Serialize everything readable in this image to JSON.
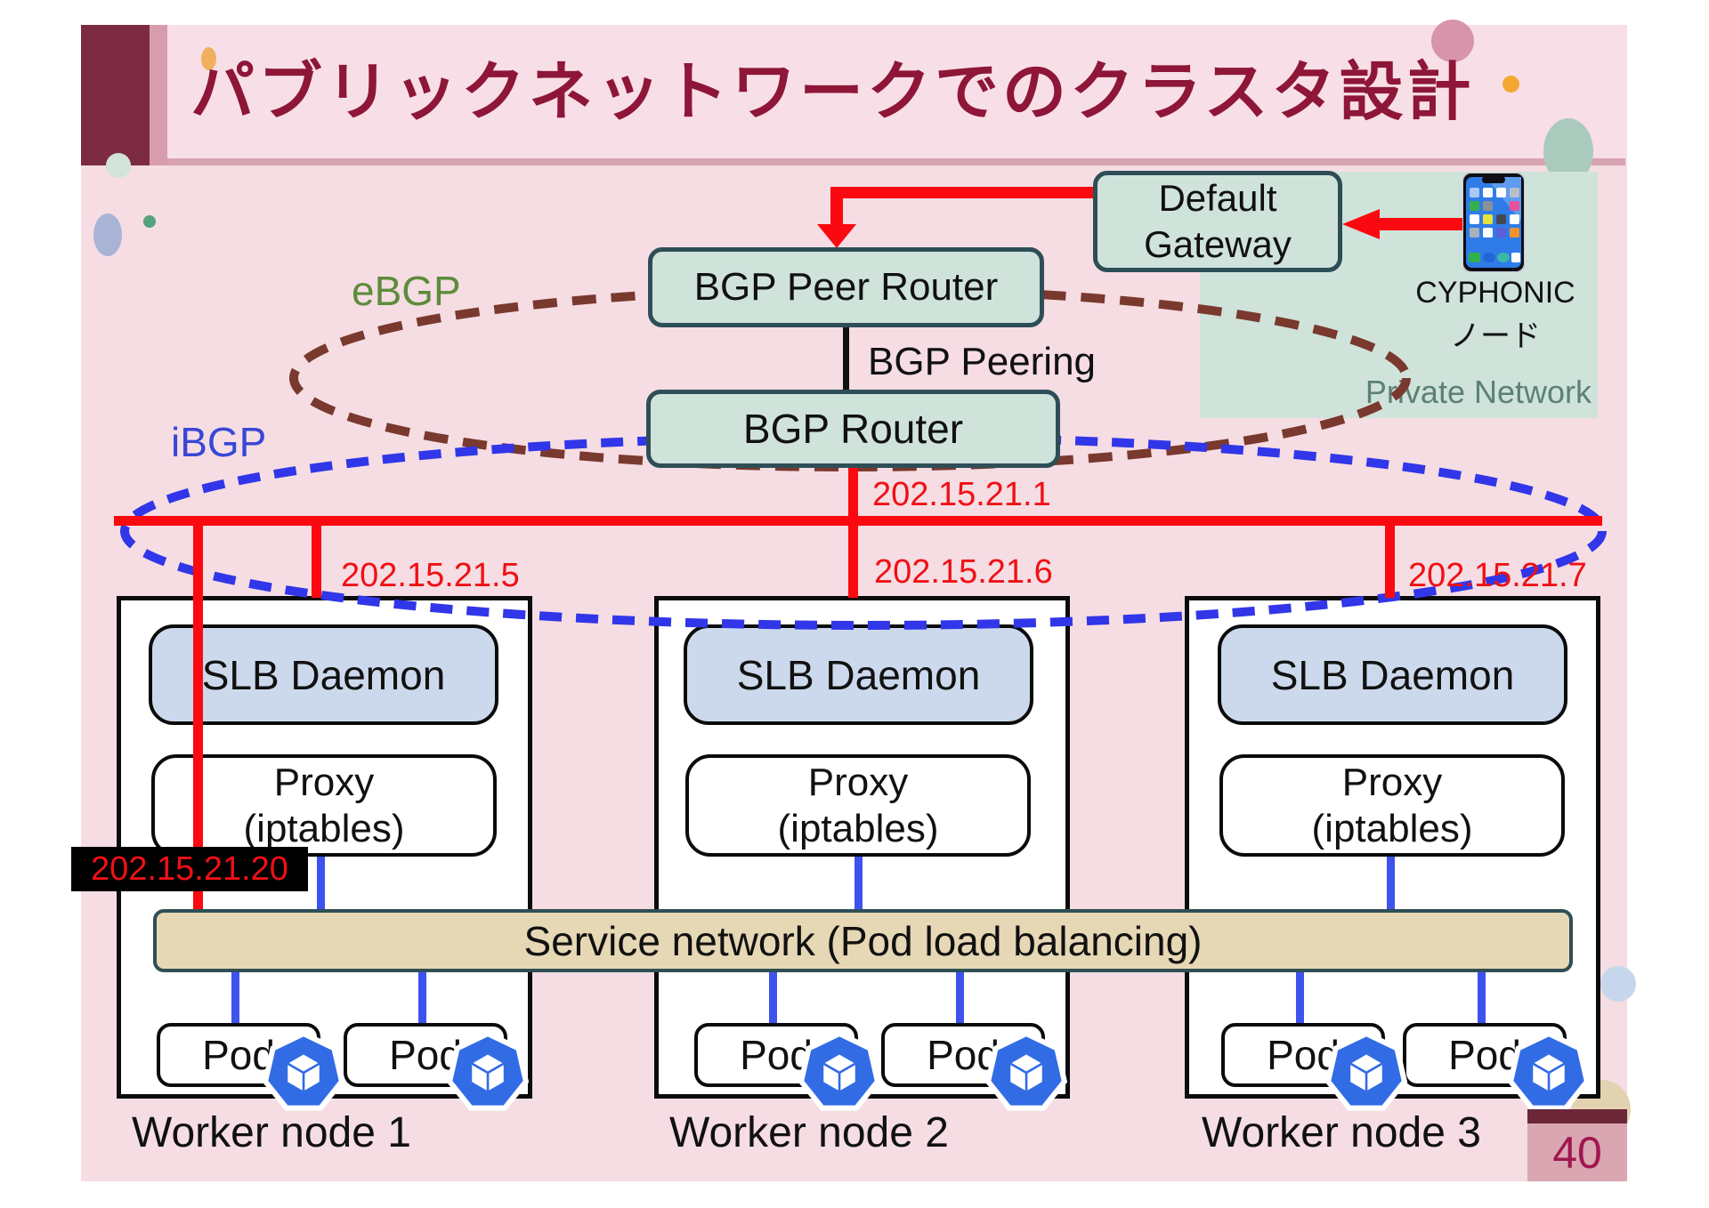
{
  "slide": {
    "title": "パブリックネットワークでのクラスタ設計",
    "page_number": "40"
  },
  "network": {
    "default_gateway_line1": "Default",
    "default_gateway_line2": "Gateway",
    "bgp_peer_router": "BGP Peer Router",
    "bgp_router": "BGP Router",
    "bgp_peering": "BGP Peering",
    "ebgp": "eBGP",
    "ibgp": "iBGP",
    "private_network": "Private Network",
    "cyphonic_line1": "CYPHONIC",
    "cyphonic_line2": "ノード",
    "router_ip": "202.15.21.1",
    "service_vip": "202.15.21.20"
  },
  "workers": {
    "service_network_label": "Service network (Pod load balancing)",
    "nodes": [
      {
        "label": "Worker node 1",
        "ip": "202.15.21.5",
        "slb": "SLB Daemon",
        "proxy1": "Proxy",
        "proxy2": "(iptables)",
        "pod1": "Pod",
        "pod2": "Pod"
      },
      {
        "label": "Worker node 2",
        "ip": "202.15.21.6",
        "slb": "SLB Daemon",
        "proxy1": "Proxy",
        "proxy2": "(iptables)",
        "pod1": "Pod",
        "pod2": "Pod"
      },
      {
        "label": "Worker node 3",
        "ip": "202.15.21.7",
        "slb": "SLB Daemon",
        "proxy1": "Proxy",
        "proxy2": "(iptables)",
        "pod1": "Pod",
        "pod2": "Pod"
      }
    ]
  },
  "colors": {
    "title": "#8e1638",
    "slide_bg": "#f5dde3",
    "accent_red": "#fa0a10",
    "ip_text_red": "#f01014",
    "ibgp_blue": "#3136e8",
    "ebgp_brown": "#7a392e",
    "ebgp_green": "#5d8c3a",
    "teal_box_fill": "#cfe3db",
    "teal_box_border": "#2e4e57",
    "slb_fill": "#ccd9ec",
    "service_fill": "#e6d7b5",
    "private_network_fill": "#cfe3da",
    "connector_blue": "#3e53ee",
    "kubernetes_blue": "#326ce5",
    "page_badge_bg": "#d9a6b2",
    "page_badge_bar": "#6b2737"
  }
}
